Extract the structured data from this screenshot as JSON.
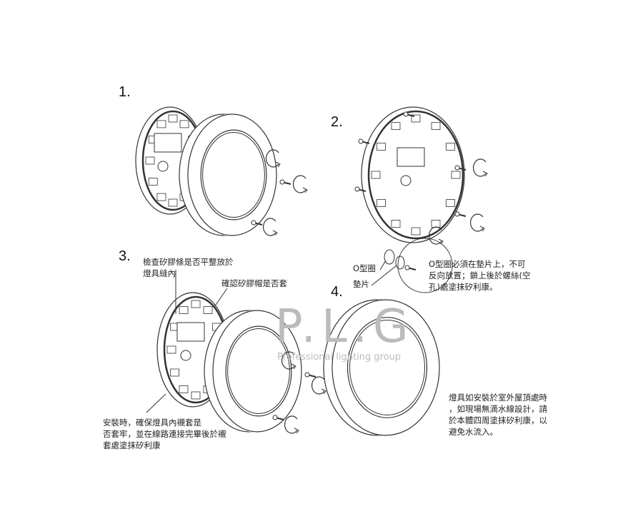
{
  "steps": [
    {
      "number": "1."
    },
    {
      "number": "2."
    },
    {
      "number": "3."
    },
    {
      "number": "4."
    }
  ],
  "notes": {
    "check_seal_strip": "檢查矽膠條是否平整放於\n燈具縫內",
    "confirm_seal_cap": "確認矽膠帽是否套",
    "o_ring_label": "O型圈",
    "washer_label": "墊片",
    "o_ring_instruction": "O型圈必須在墊片上，不可\n反向放置；鎖上後於螺絲(空\n孔)處塗抹矽利康。",
    "sleeve_instruction": "安裝時，確保燈具內襯套是\n否套牢，並在線路連接完畢後於襯\n套處塗抹矽利康",
    "roof_instruction": "燈具如安裝於室外屋頂處時\n，如現場無滴水線設計，請\n於本體四周塗抹矽利康，以\n避免水流入。"
  },
  "watermark": {
    "brand": "P.L.G",
    "tagline": "Professional lighting group"
  },
  "colors": {
    "line": "#333333",
    "watermark": "#bbbbbb"
  }
}
